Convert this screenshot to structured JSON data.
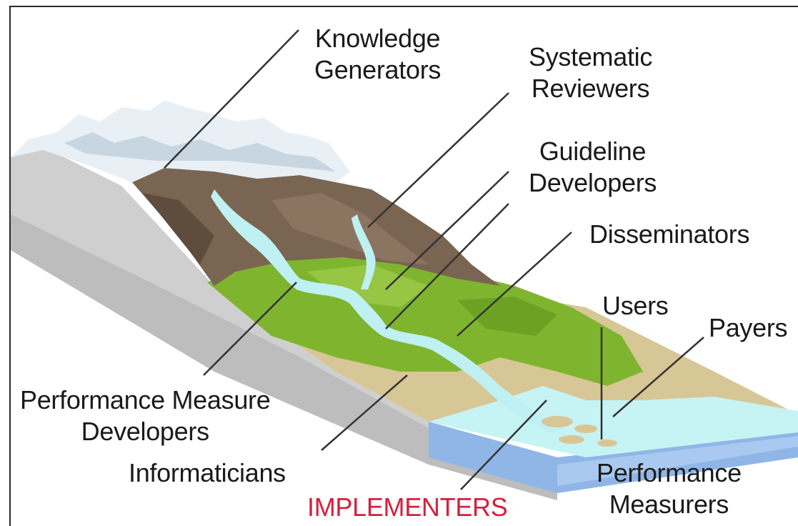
{
  "diagram": {
    "labels": {
      "knowledge_generators": [
        "Knowledge",
        "Generators"
      ],
      "systematic_reviewers": [
        "Systematic",
        "Reviewers"
      ],
      "guideline_developers": [
        "Guideline",
        "Developers"
      ],
      "disseminators": "Disseminators",
      "users": "Users",
      "payers": "Payers",
      "performance_measure_developers": [
        "Performance Measure",
        "Developers"
      ],
      "informaticians": "Informaticians",
      "implementers": "IMPLEMENTERS",
      "performance_measurers": [
        "Performance",
        "Measurers"
      ]
    },
    "colors": {
      "label_text": "#1a1a1a",
      "implementers_text": "#d4203c",
      "snow": "#e8f0f6",
      "mountain": "#7a6552",
      "grass": "#7fb52e",
      "sand": "#d8c796",
      "river": "#bff0f2",
      "ground_side": "#cfcfcf",
      "lake_side": "#8fb6e6"
    }
  }
}
